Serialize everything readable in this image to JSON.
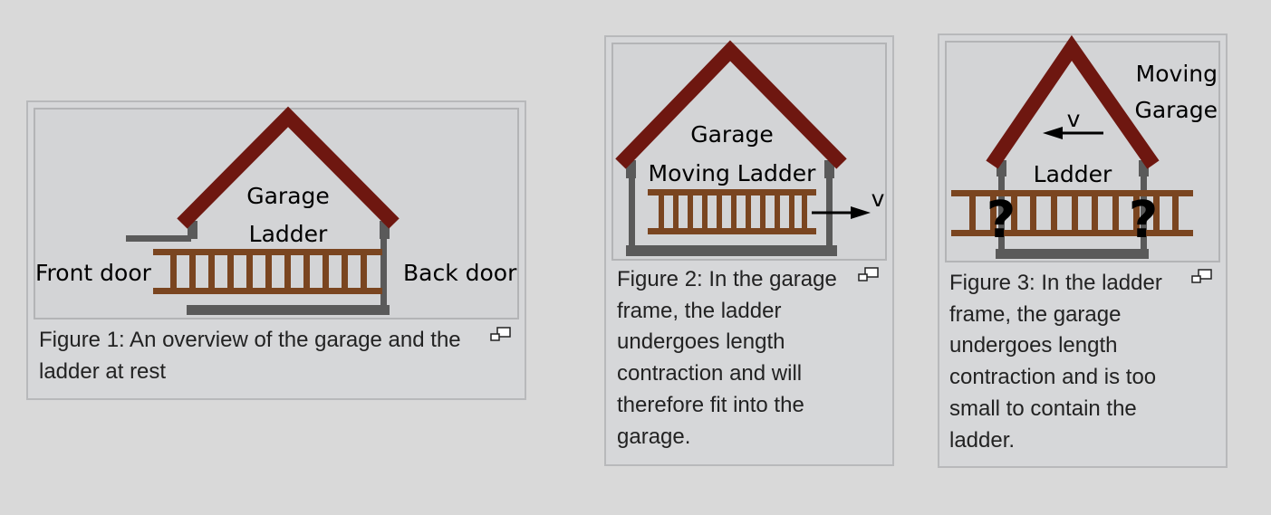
{
  "colors": {
    "roof": "#6e1710",
    "ladder": "#7a4520",
    "frame": "#5a5a5a",
    "background": "#d9d9d9"
  },
  "figure1": {
    "labels": {
      "garage": "Garage",
      "ladder": "Ladder",
      "front_door": "Front door",
      "back_door": "Back door"
    },
    "caption": "Figure 1: An overview of the garage and the ladder at rest",
    "enlarge_icon": "magnify-clip-icon"
  },
  "figure2": {
    "labels": {
      "garage": "Garage",
      "moving_ladder": "Moving Ladder",
      "velocity": "v"
    },
    "caption": "Figure 2: In the garage frame, the ladder undergoes length contraction and will therefore fit into the garage.",
    "enlarge_icon": "magnify-clip-icon"
  },
  "figure3": {
    "labels": {
      "moving_garage_1": "Moving",
      "moving_garage_2": "Garage",
      "ladder": "Ladder",
      "velocity": "v",
      "question_left": "?",
      "question_right": "?"
    },
    "caption": "Figure 3: In the ladder frame, the garage undergoes length contraction and is too small to contain the ladder.",
    "enlarge_icon": "magnify-clip-icon"
  }
}
